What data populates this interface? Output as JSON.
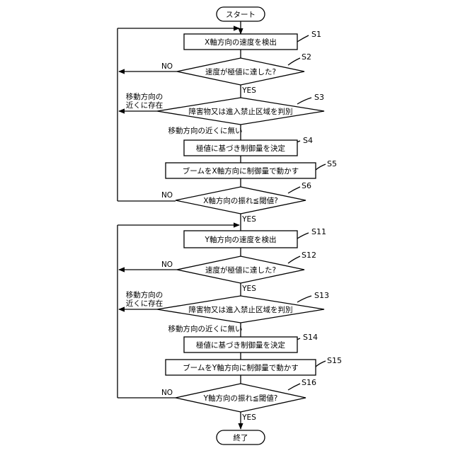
{
  "flow": {
    "start": "スタート",
    "end": "終了",
    "x_block": {
      "s1": {
        "id": "S1",
        "text": "X軸方向の速度を検出"
      },
      "s2": {
        "id": "S2",
        "text": "速度が極値に達した?"
      },
      "s3": {
        "id": "S3",
        "text": "障害物又は進入禁止区域を判別"
      },
      "s4": {
        "id": "S4",
        "text": "極値に基づき制御量を決定"
      },
      "s5": {
        "id": "S5",
        "text": "ブームをX軸方向に制御量で動かす"
      },
      "s6": {
        "id": "S6",
        "text": "X軸方向の振れ≦閾値?"
      }
    },
    "y_block": {
      "s11": {
        "id": "S11",
        "text": "Y軸方向の速度を検出"
      },
      "s12": {
        "id": "S12",
        "text": "速度が極値に達した?"
      },
      "s13": {
        "id": "S13",
        "text": "障害物又は進入禁止区域を判別"
      },
      "s14": {
        "id": "S14",
        "text": "極値に基づき制御量を決定"
      },
      "s15": {
        "id": "S15",
        "text": "ブームをY軸方向に制御量で動かす"
      },
      "s16": {
        "id": "S16",
        "text": "Y軸方向の振れ≦閾値?"
      }
    },
    "labels": {
      "no": "NO",
      "yes": "YES",
      "near_line1": "移動方向の",
      "near_line2": "近くに存在",
      "not_near": "移動方向の近くに無い"
    }
  }
}
